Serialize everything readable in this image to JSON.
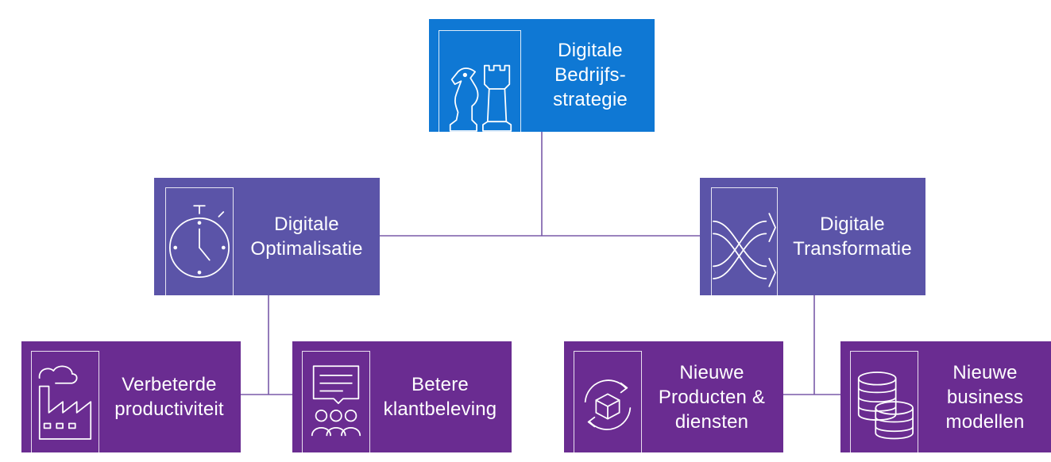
{
  "colors": {
    "root": "#0f78d4",
    "level2": "#5b54a8",
    "level3": "#6a2c91",
    "connector": "#7a5aa8"
  },
  "root": {
    "icon": "chess-pieces-icon",
    "lines": [
      "Digitale",
      "Bedrijfs-",
      "strategie"
    ]
  },
  "optimalisatie": {
    "icon": "stopwatch-icon",
    "lines": [
      "Digitale",
      "Optimalisatie"
    ]
  },
  "transformatie": {
    "icon": "crossing-paths-icon",
    "lines": [
      "Digitale",
      "Transformatie"
    ]
  },
  "productiviteit": {
    "icon": "factory-icon",
    "lines": [
      "Verbeterde",
      "productiviteit"
    ]
  },
  "klantbeleving": {
    "icon": "audience-feedback-icon",
    "lines": [
      "Betere",
      "klantbeleving"
    ]
  },
  "producten": {
    "icon": "package-cycle-icon",
    "lines": [
      "Nieuwe",
      "Producten &",
      "diensten"
    ]
  },
  "business": {
    "icon": "coin-stacks-icon",
    "lines": [
      "Nieuwe",
      "business",
      "modellen"
    ]
  }
}
